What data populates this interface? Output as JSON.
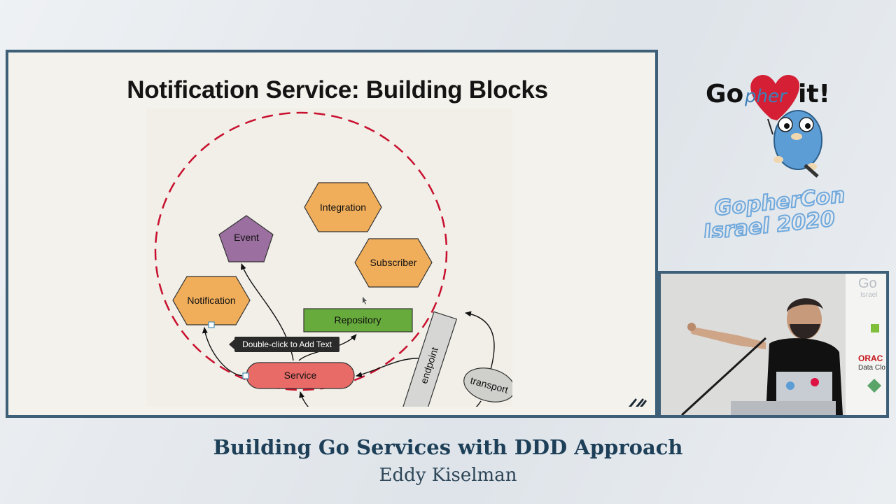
{
  "slide": {
    "title": "Notification Service: Building Blocks",
    "tooltip": "Double-click to Add Text",
    "nodes": {
      "integration": "Integration",
      "event": "Event",
      "subscriber": "Subscriber",
      "notification": "Notification",
      "repository": "Repository",
      "service": "Service",
      "endpoint": "endpoint",
      "transport": "transport"
    },
    "colors": {
      "hexagon_fill": "#f0ad5a",
      "pentagon_fill": "#9b6fa0",
      "repository_fill": "#67ab3c",
      "service_fill": "#e96b67",
      "endpoint_fill": "#d6d6d4",
      "boundary_stroke": "#c8102e"
    }
  },
  "logo": {
    "go_text": "Go",
    "pher_text": "pher",
    "it_text": "it!",
    "conference_line1": "GopherCon",
    "conference_line2": "Israel 2020"
  },
  "webcam": {
    "banner_text_1": "Go",
    "banner_text_2": "Israel",
    "sponsor_text_1": "ORAC",
    "sponsor_text_2": "Data Clo"
  },
  "talk": {
    "title": "Building Go Services with DDD Approach",
    "speaker": "Eddy Kiselman"
  }
}
